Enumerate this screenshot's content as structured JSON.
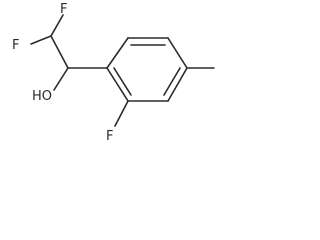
{
  "molecule": {
    "name": "",
    "atoms": {
      "f_top": "F",
      "f_left": "F",
      "hydroxyl": "HO",
      "f_ring": "F"
    }
  },
  "colors": {
    "bond": "#2a2a2a",
    "label": "#2a2a2a",
    "background": "#ffffff"
  }
}
